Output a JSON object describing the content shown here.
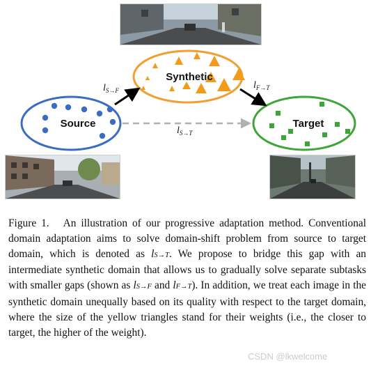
{
  "figure": {
    "nodes": {
      "source_label": "Source",
      "synthetic_label": "Synthetic",
      "target_label": "Target"
    },
    "edges": {
      "s_to_f": "S→F",
      "f_to_t": "F→T",
      "s_to_t": "S→T",
      "edge_var": "l"
    },
    "colors": {
      "source": "#3a6cc4",
      "synthetic": "#f0a030",
      "target": "#3ea53a",
      "dashed": "#b0b0b0"
    }
  },
  "caption": {
    "figure_label": "Figure 1.",
    "sentence1": "An illustration of our progressive adaptation method.",
    "sentence2_pre": "Conventional domain adaptation aims to solve domain-shift problem from source to target domain, which is denoted as ",
    "sentence2_post": ". We propose to bridge this gap with an intermediate synthetic domain that allows us to gradually solve separate subtasks with smaller gaps (shown as ",
    "and_word": " and ",
    "sentence3_pre": "). In addition, we treat each image in the synthetic domain unequally based on its quality with respect to the target domain, where the size of the yellow triangles stand for their weights (i.e., the closer to target, the higher of the weight).",
    "math_l": "l",
    "sub_s_t": "S→T",
    "sub_s_f": "S→F",
    "sub_f_t": "F→T"
  },
  "watermark": "CSDN @lkwelcome"
}
